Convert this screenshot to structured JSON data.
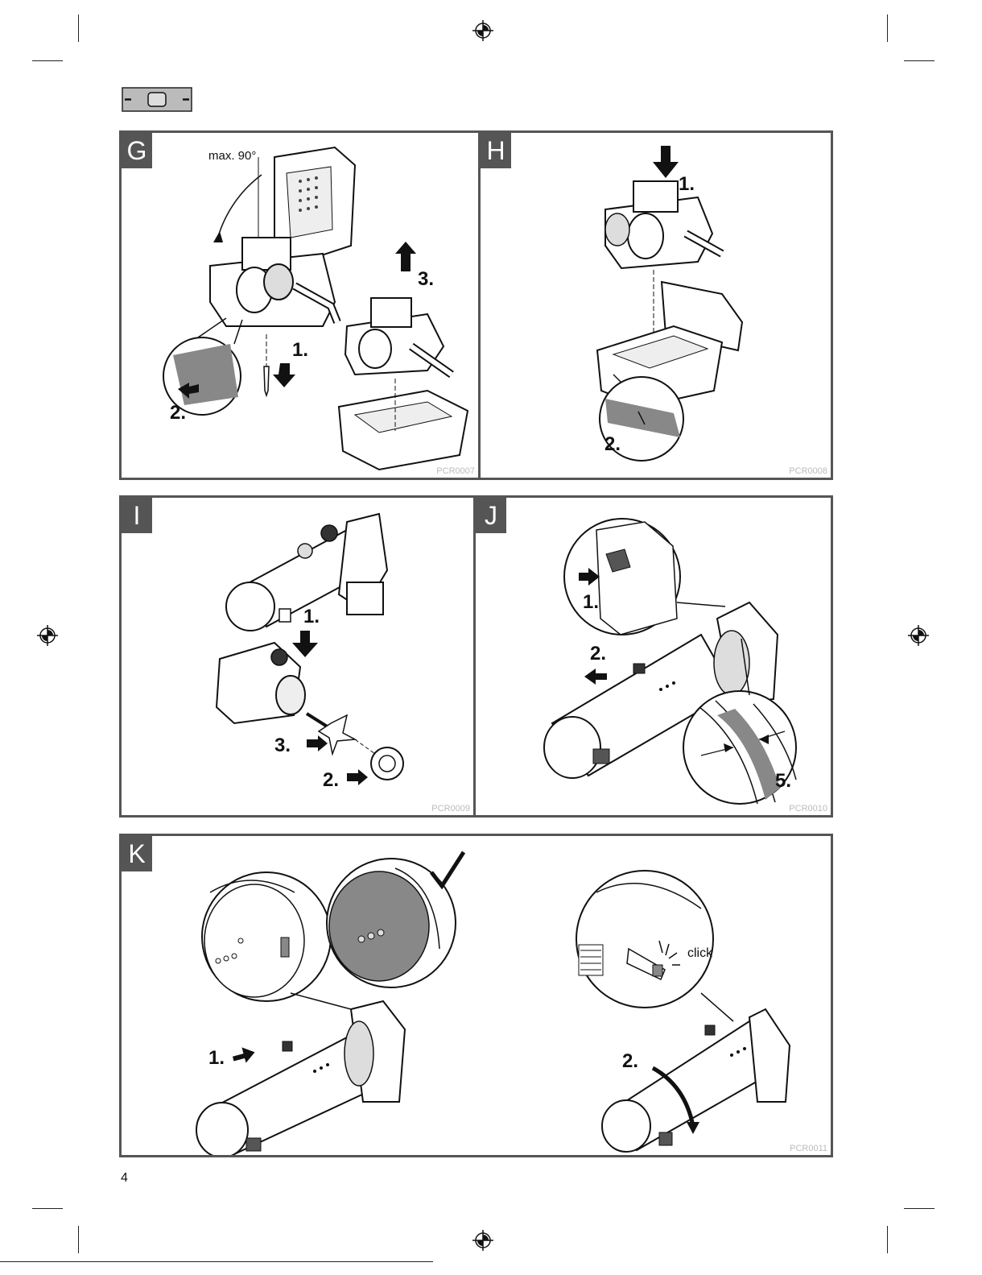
{
  "page_number": "4",
  "colors": {
    "frame": "#555555",
    "code_text": "#bbbbbb",
    "accent_grey": "#888888"
  },
  "header_icon": "device-symbol-icon",
  "panels": {
    "G": {
      "letter": "G",
      "code": "PCR0007",
      "angle_note": "max. 90°",
      "step1": "1.",
      "step2": "2.",
      "step3": "3."
    },
    "H": {
      "letter": "H",
      "code": "PCR0008",
      "step1": "1.",
      "step2": "2."
    },
    "I": {
      "letter": "I",
      "code": "PCR0009",
      "step1": "1.",
      "step2": "2.",
      "step3": "3."
    },
    "J": {
      "letter": "J",
      "code": "PCR0010",
      "step1": "1.",
      "step2": "2.",
      "step5": "5."
    },
    "K": {
      "letter": "K",
      "code": "PCR0011",
      "step1": "1.",
      "step2": "2.",
      "click_note": "click"
    }
  }
}
